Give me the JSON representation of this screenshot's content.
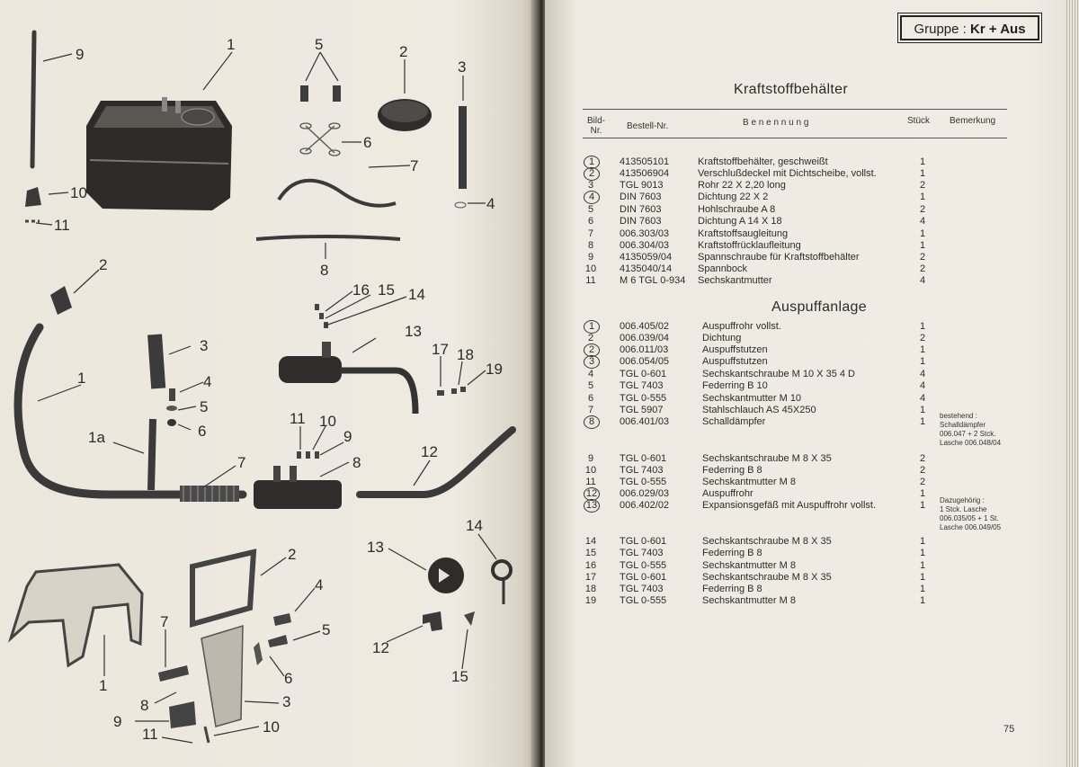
{
  "left_labels": {
    "tank": [
      "9",
      "1",
      "5",
      "2",
      "3",
      "6",
      "7",
      "4",
      "10",
      "11",
      "8"
    ],
    "exhaust": [
      "2",
      "3",
      "1",
      "4",
      "5",
      "6",
      "16",
      "15",
      "14",
      "13",
      "17",
      "18",
      "19",
      "11",
      "10",
      "9",
      "1a",
      "7",
      "8",
      "12"
    ],
    "stand": [
      "2",
      "4",
      "5",
      "6",
      "7",
      "8",
      "9",
      "11",
      "1",
      "3",
      "10"
    ],
    "small": [
      "13",
      "14",
      "12",
      "15"
    ]
  },
  "group_box": {
    "prefix": "Gruppe :",
    "code": "Kr + Aus"
  },
  "headers": {
    "bild_nr": [
      "Bild-",
      "Nr."
    ],
    "bestell_nr": "Bestell-Nr.",
    "benennung": "B e n e n n u n g",
    "stueck": "Stück",
    "bemerkung": "Bemerkung"
  },
  "section1": {
    "title": "Kraftstoffbehälter",
    "rows": [
      {
        "nr": "1",
        "circled": true,
        "part": "413505101",
        "name": "Kraftstoffbehälter, geschweißt",
        "qty": "1"
      },
      {
        "nr": "2",
        "circled": true,
        "part": "413506904",
        "name": "Verschlußdeckel mit Dichtscheibe, vollst.",
        "qty": "1"
      },
      {
        "nr": "3",
        "circled": false,
        "part": "TGL 9013",
        "name": "Rohr  22 X 2,20 long",
        "qty": "2"
      },
      {
        "nr": "4",
        "circled": true,
        "part": "DIN 7603",
        "name": "Dichtung  22 X 2",
        "qty": "1"
      },
      {
        "nr": "5",
        "circled": false,
        "part": "DIN 7603",
        "name": "Hohlschraube A 8",
        "qty": "2"
      },
      {
        "nr": "6",
        "circled": false,
        "part": "DIN 7603",
        "name": "Dichtung A 14 X 18",
        "qty": "4"
      },
      {
        "nr": "7",
        "circled": false,
        "part": "006.303/03",
        "name": "Kraftstoffsaugleitung",
        "qty": "1"
      },
      {
        "nr": "8",
        "circled": false,
        "part": "006.304/03",
        "name": "Kraftstoffrücklaufleitung",
        "qty": "1"
      },
      {
        "nr": "9",
        "circled": false,
        "part": "4135059/04",
        "name": "Spannschraube für Kraftstoffbehälter",
        "qty": "2"
      },
      {
        "nr": "10",
        "circled": false,
        "part": "4135040/14",
        "name": "Spannbock",
        "qty": "2"
      },
      {
        "nr": "11",
        "circled": false,
        "part": "M 6 TGL 0-934",
        "name": "Sechskantmutter",
        "qty": "4"
      }
    ]
  },
  "section2": {
    "title": "Auspuffanlage",
    "rows": [
      {
        "nr": "1",
        "circled": true,
        "part": "006.405/02",
        "name": "Auspuffrohr vollst.",
        "qty": "1"
      },
      {
        "nr": "2",
        "circled": false,
        "part": "006.039/04",
        "name": "Dichtung",
        "qty": "2"
      },
      {
        "nr": "2",
        "circled": true,
        "part": "006.011/03",
        "name": "Auspuffstutzen",
        "qty": "1"
      },
      {
        "nr": "3",
        "circled": true,
        "part": "006.054/05",
        "name": "Auspuffstutzen",
        "qty": "1"
      },
      {
        "nr": "4",
        "circled": false,
        "part": "TGL 0-601",
        "name": "Sechskantschraube M 10 X 35  4 D",
        "qty": "4"
      },
      {
        "nr": "5",
        "circled": false,
        "part": "TGL 7403",
        "name": "Federring B 10",
        "qty": "4"
      },
      {
        "nr": "6",
        "circled": false,
        "part": "TGL 0-555",
        "name": "Sechskantmutter M 10",
        "qty": "4"
      },
      {
        "nr": "7",
        "circled": false,
        "part": "TGL 5907",
        "name": "Stahlschlauch AS 45X250",
        "qty": "1"
      },
      {
        "nr": "8",
        "circled": true,
        "part": "006.401/03",
        "name": "Schalldämpfer",
        "qty": "1"
      },
      {
        "nr": "9",
        "circled": false,
        "part": "TGL 0-601",
        "name": "Sechskantschraube M 8 X 35",
        "qty": "2"
      },
      {
        "nr": "10",
        "circled": false,
        "part": "TGL 7403",
        "name": "Federring B 8",
        "qty": "2"
      },
      {
        "nr": "11",
        "circled": false,
        "part": "TGL 0-555",
        "name": "Sechskantmutter M 8",
        "qty": "2"
      },
      {
        "nr": "12",
        "circled": true,
        "part": "006.029/03",
        "name": "Auspuffrohr",
        "qty": "1"
      },
      {
        "nr": "13",
        "circled": true,
        "part": "006.402/02",
        "name": "Expansionsgefäß mit Auspuffrohr vollst.",
        "qty": "1"
      },
      {
        "nr": "14",
        "circled": false,
        "part": "TGL 0-601",
        "name": "Sechskantschraube M 8 X 35",
        "qty": "1"
      },
      {
        "nr": "15",
        "circled": false,
        "part": "TGL 7403",
        "name": "Federring B 8",
        "qty": "1"
      },
      {
        "nr": "16",
        "circled": false,
        "part": "TGL 0-555",
        "name": "Sechskantmutter M 8",
        "qty": "1"
      },
      {
        "nr": "17",
        "circled": false,
        "part": "TGL 0-601",
        "name": "Sechskantschraube M 8 X 35",
        "qty": "1"
      },
      {
        "nr": "18",
        "circled": false,
        "part": "TGL 7403",
        "name": "Federring B 8",
        "qty": "1"
      },
      {
        "nr": "19",
        "circled": false,
        "part": "TGL 0-555",
        "name": "Sechskantmutter M 8",
        "qty": "1"
      }
    ]
  },
  "notes": {
    "note1": [
      "bestehend :",
      "Schalldämpfer",
      "006.047 + 2 Stck.",
      "Lasche 006.048/04"
    ],
    "note2": [
      "Dazugehörig :",
      "1 Stck. Lasche",
      "006.035/05 + 1 St.",
      "Lasche 006.049/05"
    ]
  },
  "page_number": "75"
}
